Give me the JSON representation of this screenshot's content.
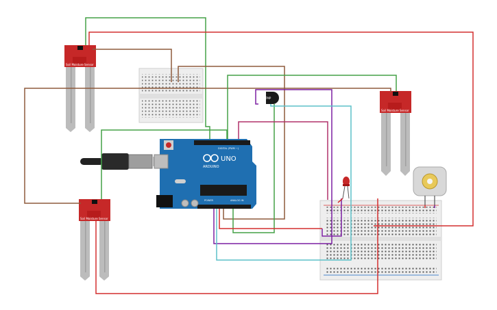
{
  "arduino": {
    "brand": "ARDUINO",
    "model": "UNO",
    "digital_label": "DIGITAL (PWM ~)",
    "power_label": "POWER",
    "analog_label": "ANALOG IN"
  },
  "soil_sensor": {
    "label": "Soil Moisture Sensor"
  },
  "temp_sensor": {
    "label": "TMP"
  },
  "colors": {
    "board": "#1f6fb1",
    "sensor_red": "#c62828",
    "wire_red": "#d32f2f",
    "wire_green": "#43a047",
    "wire_brown": "#8d5a3b",
    "wire_purple": "#7b1fa2",
    "wire_cyan": "#5bc0c8",
    "wire_magenta": "#b0306a",
    "breadboard": "#eeeeee"
  },
  "components": [
    "soil-moisture-sensor",
    "soil-moisture-sensor",
    "soil-moisture-sensor",
    "breadboard-small",
    "breadboard-half",
    "arduino-uno",
    "tmp36",
    "red-led",
    "dc-motor",
    "usb-cable"
  ]
}
